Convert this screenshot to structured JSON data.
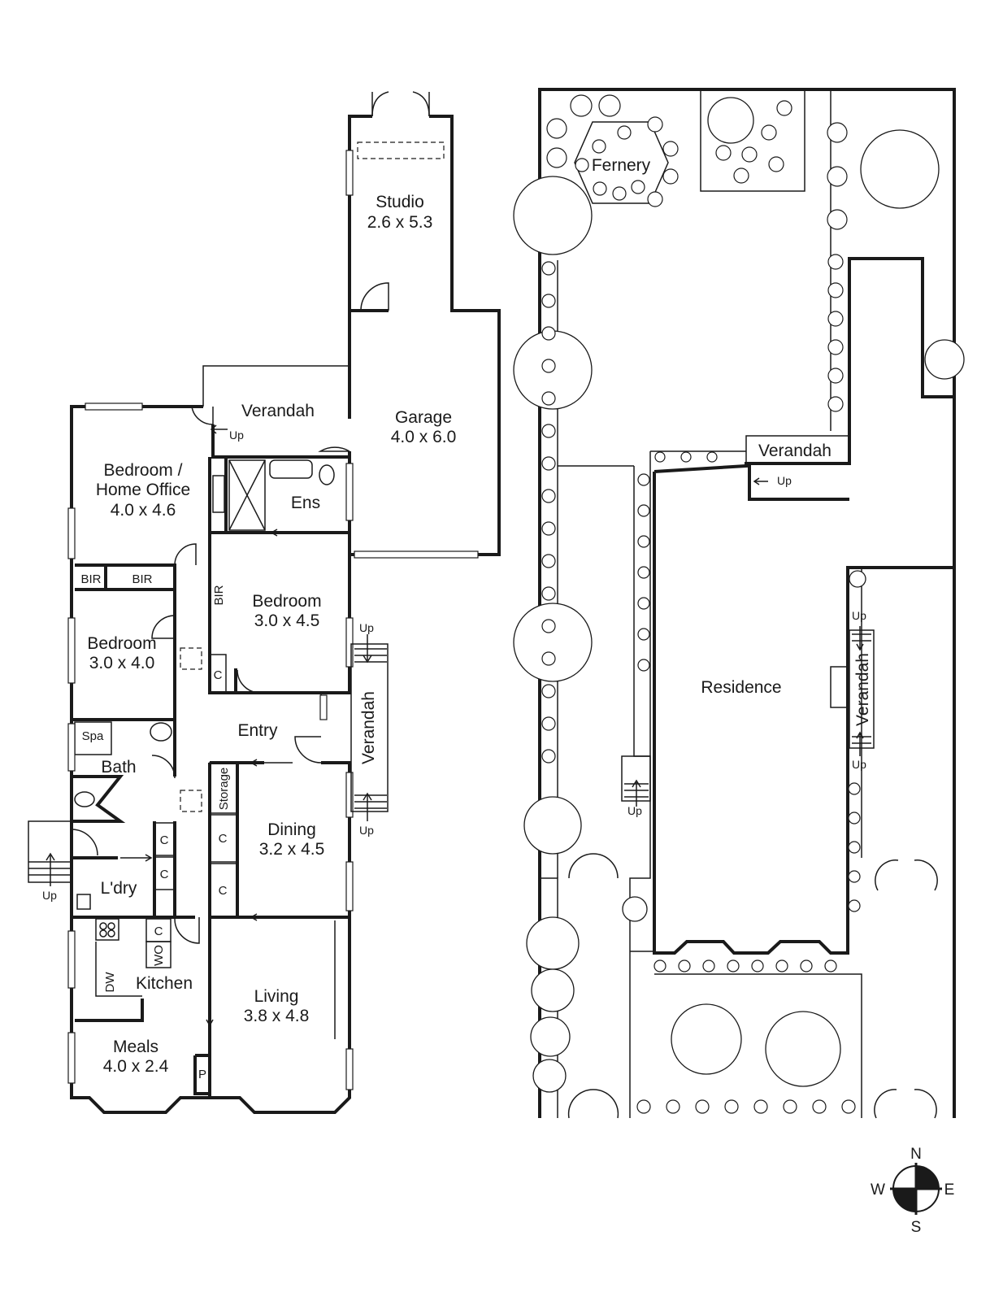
{
  "floor_plan": {
    "rooms": [
      {
        "name": "Studio",
        "size": "2.6 x 5.3"
      },
      {
        "name": "Garage",
        "size": "4.0 x 6.0"
      },
      {
        "name": "Bedroom /",
        "name2": "Home Office",
        "size": "4.0 x 4.6"
      },
      {
        "name": "Bedroom",
        "size": "3.0 x 4.5"
      },
      {
        "name": "Bedroom",
        "size": "3.0 x 4.0"
      },
      {
        "name": "Dining",
        "size": "3.2 x 4.5"
      },
      {
        "name": "Living",
        "size": "3.8 x 4.8"
      },
      {
        "name": "Meals",
        "size": "4.0 x 2.4"
      }
    ],
    "labels": {
      "verandah": "Verandah",
      "ens": "Ens",
      "bir": "BIR",
      "entry": "Entry",
      "spa": "Spa",
      "bath": "Bath",
      "storage": "Storage",
      "cupboard": "C",
      "laundry": "L'dry",
      "kitchen": "Kitchen",
      "dishwasher": "DW",
      "wall_oven": "WO",
      "pantry": "P",
      "up": "Up"
    }
  },
  "site_plan": {
    "residence": "Residence",
    "fernery": "Fernery",
    "verandah": "Verandah",
    "up": "Up"
  },
  "compass": {
    "n": "N",
    "s": "S",
    "e": "E",
    "w": "W"
  }
}
